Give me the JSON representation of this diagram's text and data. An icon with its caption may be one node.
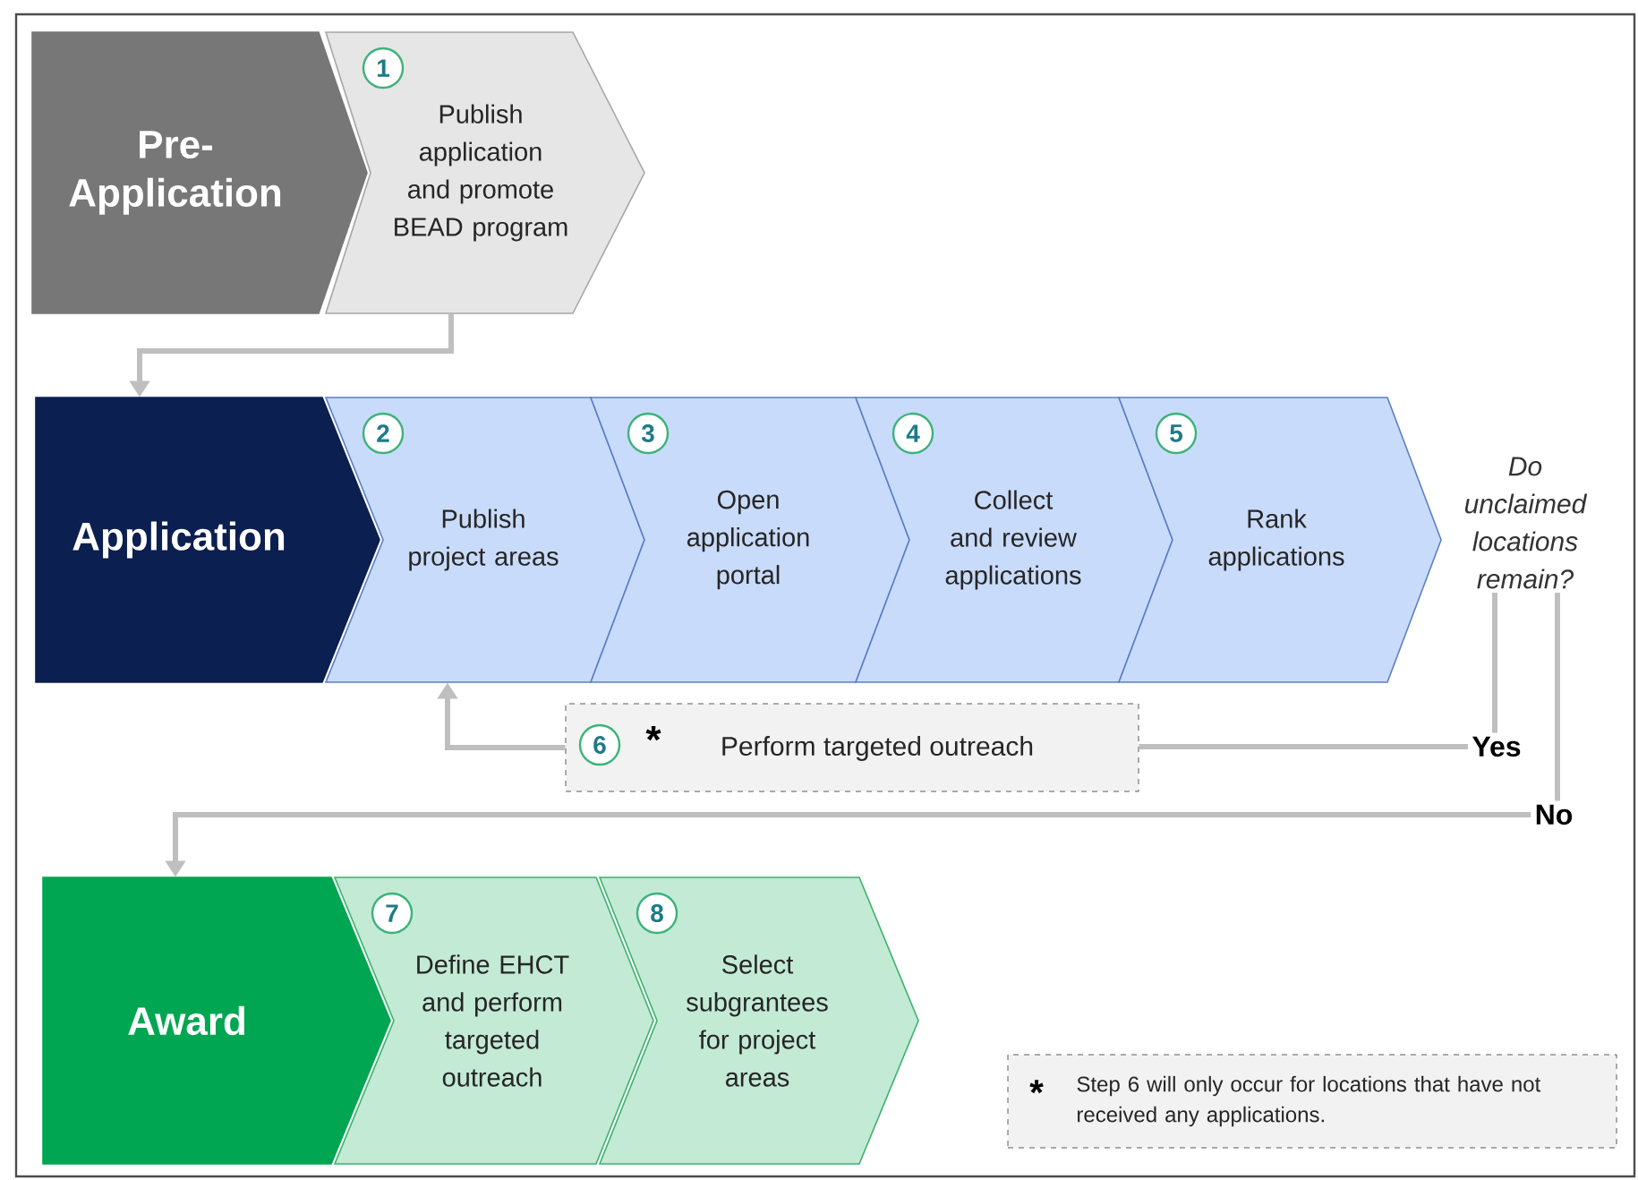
{
  "diagram": {
    "nodes": [
      {
        "text": [
          "Pre-Application"
        ]
      },
      {
        "text": [
          "1",
          "Publish application and promote BEAD program"
        ]
      },
      {
        "text": [
          "Application"
        ]
      },
      {
        "text": [
          "2",
          "Publish project areas"
        ]
      },
      {
        "text": [
          "3",
          "Open application portal"
        ]
      },
      {
        "text": [
          "4",
          "Collect and review applications"
        ]
      },
      {
        "text": [
          "5",
          "Rank applications"
        ]
      },
      {
        "text": [
          "Do unclaimed locations remain?"
        ]
      },
      {
        "text": [
          "Yes"
        ]
      },
      {
        "text": [
          "No"
        ]
      },
      {
        "text": [
          "6",
          "*",
          "Perform targeted outreach"
        ]
      },
      {
        "text": [
          "Award"
        ]
      },
      {
        "text": [
          "7",
          "Define EHCT and perform targeted outreach"
        ]
      },
      {
        "text": [
          "8",
          "Select subgrantees for project areas"
        ]
      },
      {
        "text": [
          "*",
          "Step 6 will only occur for locations that have not received any applications."
        ]
      }
    ],
    "edges": [
      {
        "from": 1,
        "to": 2,
        "arrow": "to"
      },
      {
        "from": 7,
        "to": 8,
        "arrow": "none"
      },
      {
        "from": 7,
        "to": 9,
        "arrow": "none"
      },
      {
        "from": 8,
        "to": 10,
        "arrow": "none"
      },
      {
        "from": 10,
        "to": 3,
        "arrow": "to"
      },
      {
        "from": 9,
        "to": 11,
        "arrow": "to"
      }
    ]
  }
}
